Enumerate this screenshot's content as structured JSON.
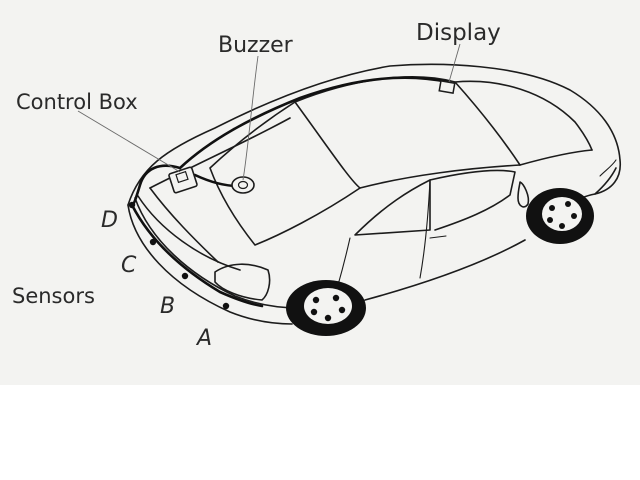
{
  "labels": {
    "display": "Display",
    "buzzer": "Buzzer",
    "control_box": "Control Box",
    "sensors": "Sensors",
    "sensor_d": "D",
    "sensor_c": "C",
    "sensor_b": "B",
    "sensor_a": "A"
  },
  "colors": {
    "ink": "#1c1c1c",
    "paper": "#f3f3f1",
    "label": "#2a2a2a"
  }
}
